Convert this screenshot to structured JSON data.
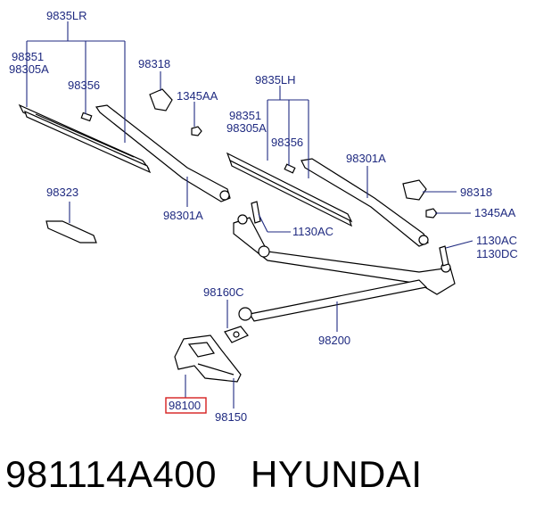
{
  "labels": {
    "wiper_lr_group": "9835LR",
    "blade_lr": "98351",
    "refill_lr": "98305A",
    "clip_lr": "98356",
    "cap_left": "98318",
    "nut_left": "1345AA",
    "cover_left": "98323",
    "arm_left": "98301A",
    "wiper_lh_group": "9835LH",
    "blade_lh": "98351",
    "refill_lh": "98305A",
    "clip_lh": "98356",
    "arm_right": "98301A",
    "cap_right": "98318",
    "nut_right": "1345AA",
    "bolt_left": "1130AC",
    "bolt_right_a": "1130AC",
    "bolt_right_b": "1130DC",
    "bushing": "98160C",
    "linkage": "98200",
    "motor": "98100",
    "motor_bracket": "98150"
  },
  "footer": {
    "part_number": "981114A400",
    "brand": "HYUNDAI"
  },
  "colors": {
    "label": "#1f2a80",
    "highlight": "#d62020"
  }
}
